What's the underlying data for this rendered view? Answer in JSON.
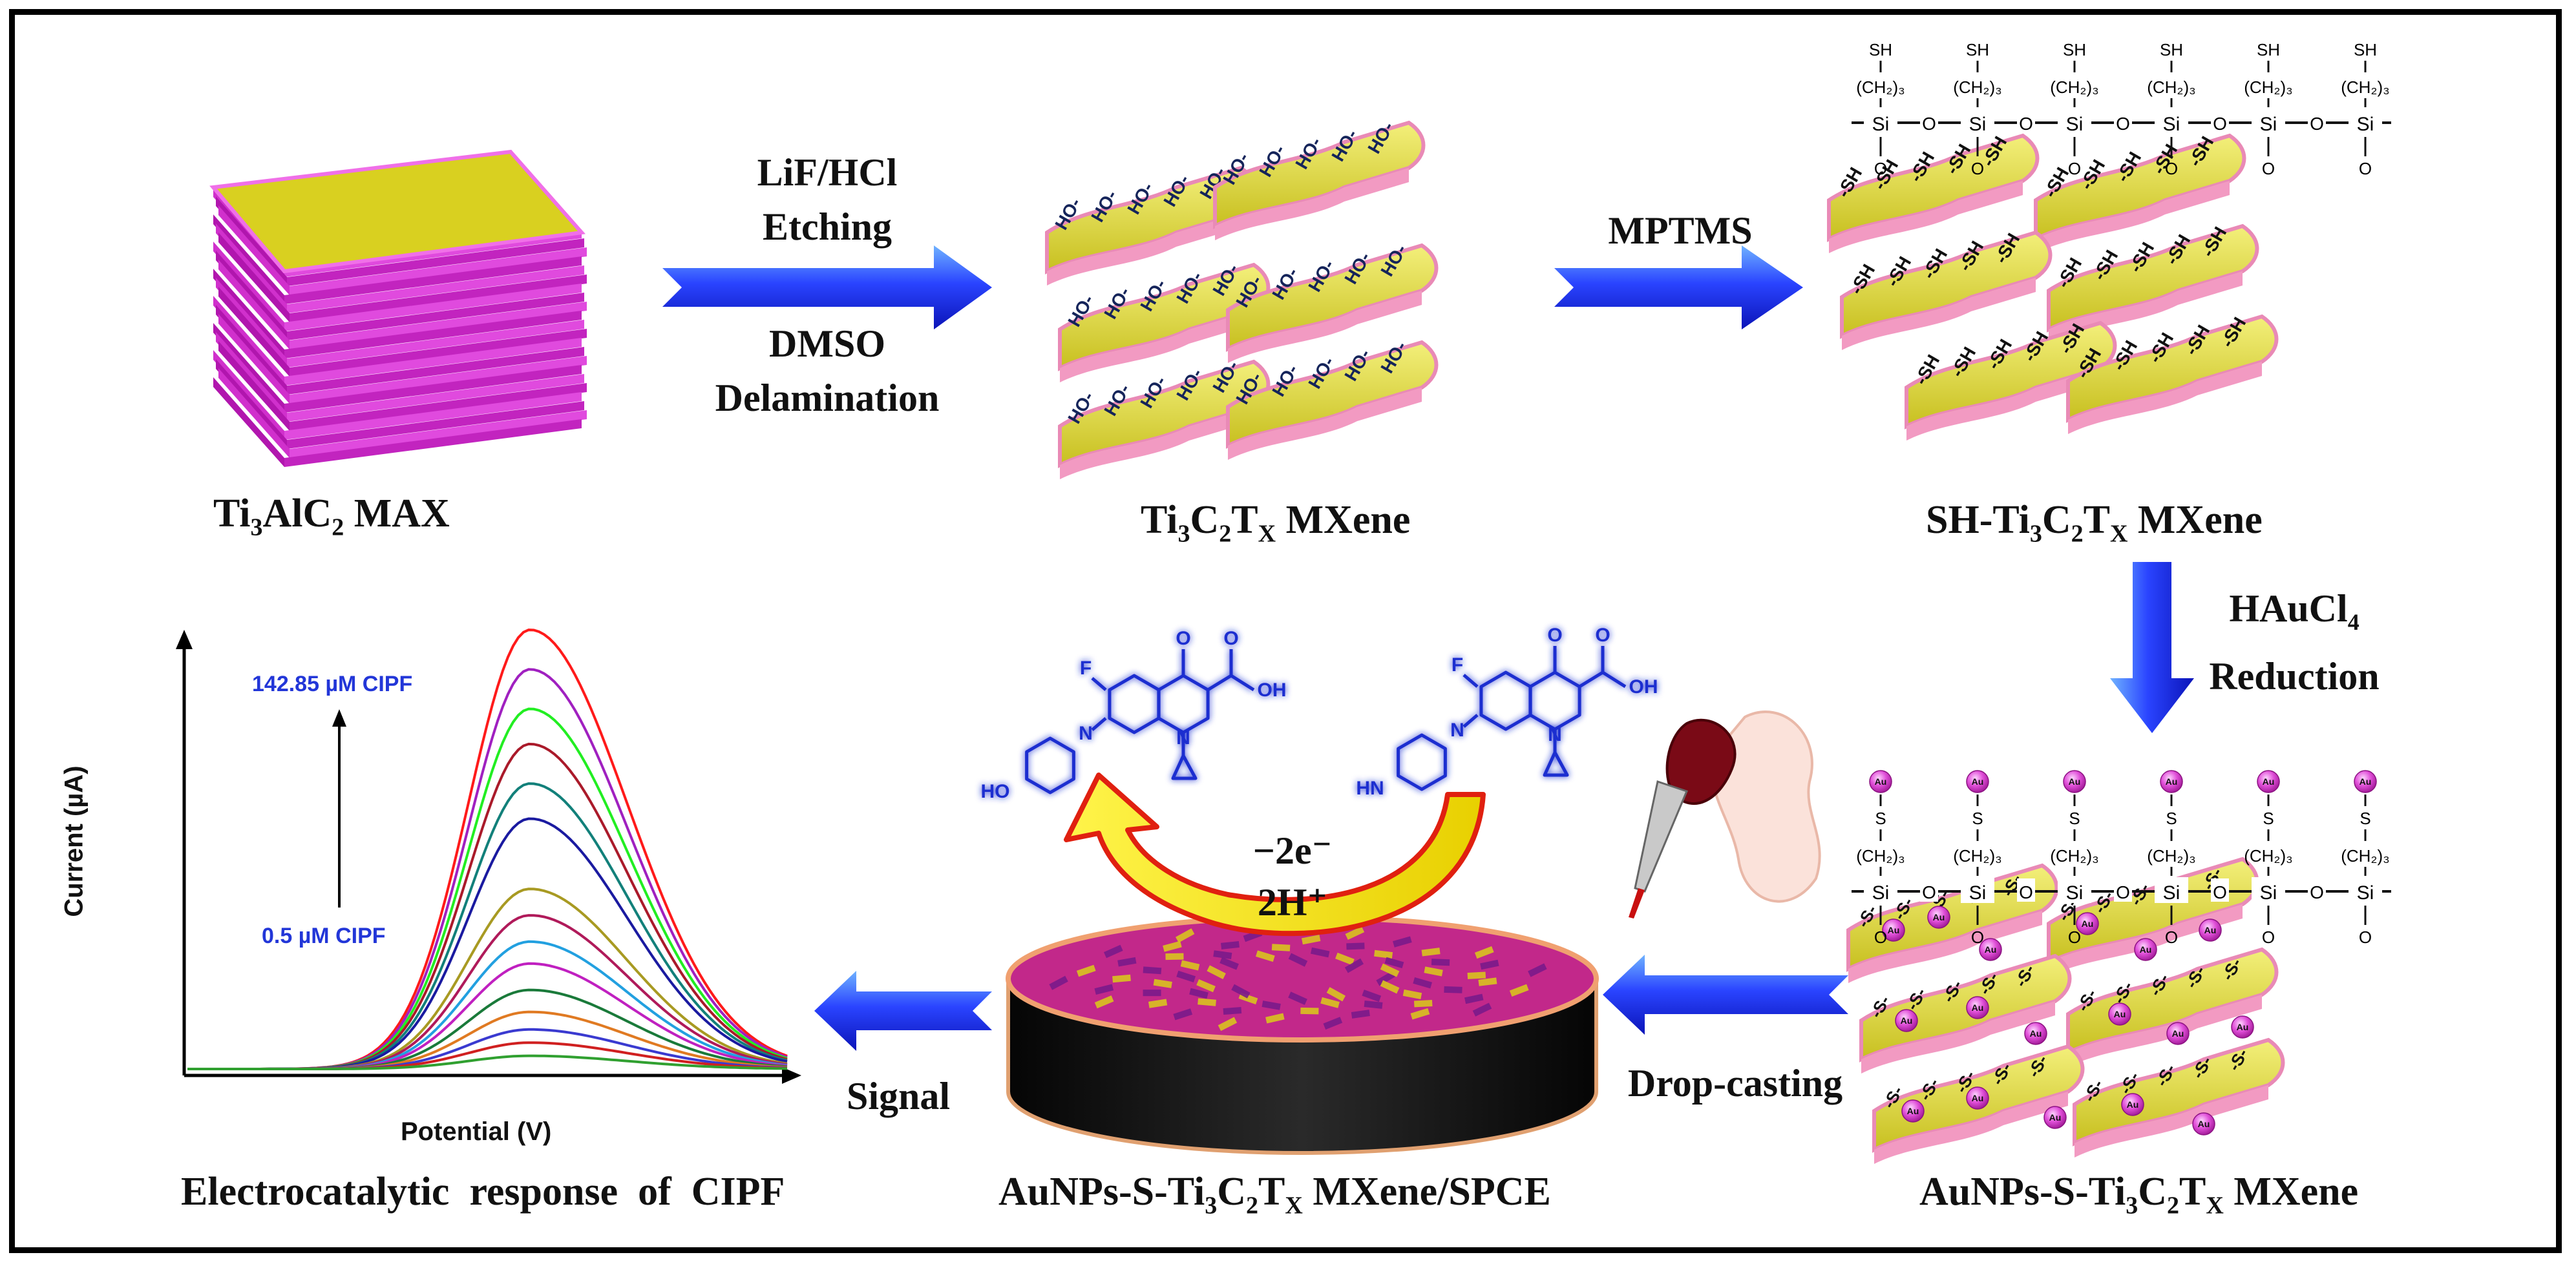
{
  "labels": {
    "max": {
      "pre": "Ti",
      "s1": "3",
      "mid": "AlC",
      "s2": "2",
      "post": " MAX"
    },
    "mxene": {
      "pre": "Ti",
      "s1": "3",
      "mid": "C",
      "s2": "2",
      "t": "T",
      "s3": "X",
      "post": " MXene"
    },
    "sh_mxene": {
      "pre": "SH-Ti",
      "s1": "3",
      "mid": "C",
      "s2": "2",
      "t": "T",
      "s3": "X",
      "post": " MXene"
    },
    "au_mxene": {
      "pre": "AuNPs-S-Ti",
      "s1": "3",
      "mid": "C",
      "s2": "2",
      "t": "T",
      "s3": "X",
      "post": " MXene"
    },
    "electrode": {
      "pre": "AuNPs-S-Ti",
      "s1": "3",
      "mid": "C",
      "s2": "2",
      "t": "T",
      "s3": "X",
      "post": " MXene/SPCE"
    },
    "response": "Electrocatalytic  response  of  CIPF"
  },
  "steps": {
    "etch_1": "LiF/HCl",
    "etch_2": "Etching",
    "delam_1": "DMSO",
    "delam_2": "Delamination",
    "mptms": "MPTMS",
    "haucl4_pre": "HAuCl",
    "haucl4_sub": "4",
    "reduction": "Reduction",
    "drop_casting": "Drop-casting",
    "signal": "Signal"
  },
  "reaction": {
    "electrons": "−2e⁻",
    "protons": "2H⁺"
  },
  "chem": {
    "hydroxyl": "HO-",
    "thiol": "-SH",
    "sulfide": "-S-",
    "sh": "SH",
    "s": "S",
    "chain": "(CH₂)₃",
    "si": "Si",
    "o": "O",
    "au": "Au",
    "f": "F",
    "oh": "OH",
    "n": "N",
    "hn": "HN",
    "ho": "HO"
  },
  "chart": {
    "ylabel": "Current (µA)",
    "xlabel": "Potential (V)",
    "top_label": "142.85 µM CIPF",
    "bottom_label": "0.5 µM CIPF"
  },
  "colors": {
    "arrow_blue": "#1f2fe8",
    "arrow_light": "#5aa0ff",
    "flake_yellow": "#d9d22a",
    "flake_pink": "#f4a6c8",
    "max_magenta": "#c21fbf",
    "chart_label_blue": "#2236d8",
    "au_ball": "#e04fd8",
    "molecule_blue": "#1a2fd0",
    "redox_arrow_fill": "#f2e600",
    "redox_arrow_edge": "#e02010"
  },
  "chart_data": {
    "type": "line",
    "xlabel": "Potential (V)",
    "ylabel": "Current (µA)",
    "series_colors": [
      "#ff1a1a",
      "#a020c0",
      "#22ee22",
      "#aa1a2a",
      "#12807a",
      "#1a1aa0",
      "#a89a22",
      "#b01a5a",
      "#22a0e0",
      "#c020c0",
      "#1a7a3a",
      "#e07a22",
      "#3a3ad0",
      "#d02020",
      "#30a030"
    ],
    "peak_heights_relative": [
      1.0,
      0.91,
      0.82,
      0.74,
      0.65,
      0.57,
      0.41,
      0.35,
      0.29,
      0.24,
      0.18,
      0.13,
      0.09,
      0.06,
      0.03
    ],
    "annotations": [
      "142.85 µM CIPF",
      "0.5 µM CIPF"
    ]
  }
}
